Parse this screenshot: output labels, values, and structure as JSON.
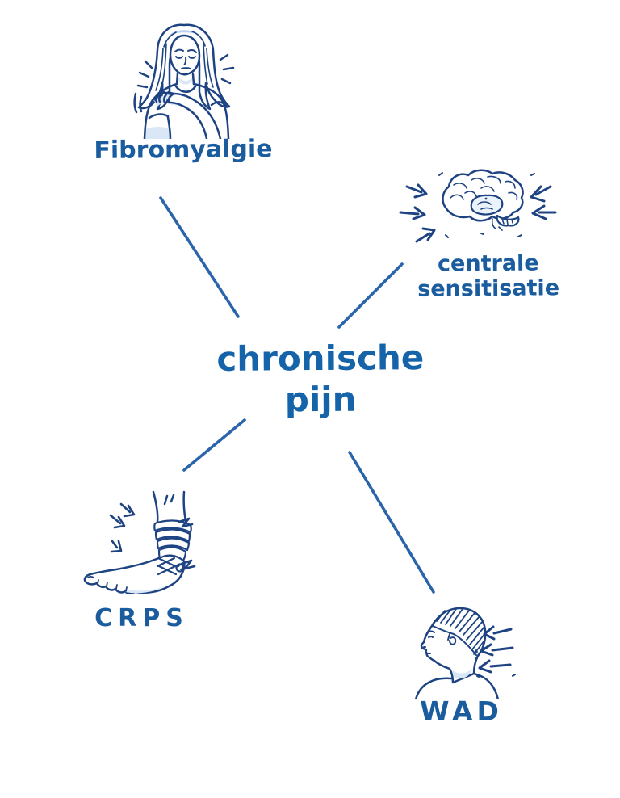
{
  "diagram": {
    "center_title": {
      "line1": "chronische",
      "line2": "pijn"
    },
    "nodes": [
      {
        "id": "fibromyalgie",
        "label": "Fibromyalgie",
        "icon": "woman-shoulder-pain-icon",
        "position": "top-left"
      },
      {
        "id": "centrale-sensitisatie",
        "label_line1": "centrale",
        "label_line2": "sensitisatie",
        "icon": "brain-stimuli-arrows-icon",
        "position": "top-right"
      },
      {
        "id": "crps",
        "label": "CRPS",
        "icon": "bandaged-foot-icon",
        "position": "bottom-left"
      },
      {
        "id": "wad",
        "label": "WAD",
        "icon": "head-whiplash-arrows-icon",
        "position": "bottom-right"
      }
    ],
    "connectors": [
      {
        "from": "center",
        "to": "fibromyalgie"
      },
      {
        "from": "center",
        "to": "centrale-sensitisatie"
      },
      {
        "from": "center",
        "to": "crps"
      },
      {
        "from": "center",
        "to": "wad"
      }
    ],
    "colors": {
      "ink_navy": "#1e4382",
      "label_blue": "#1b5c9f",
      "title_blue": "#1563a8",
      "connector_blue": "#2a64aa",
      "shade_light_blue": "#d9e7f6",
      "background": "#ffffff"
    }
  }
}
